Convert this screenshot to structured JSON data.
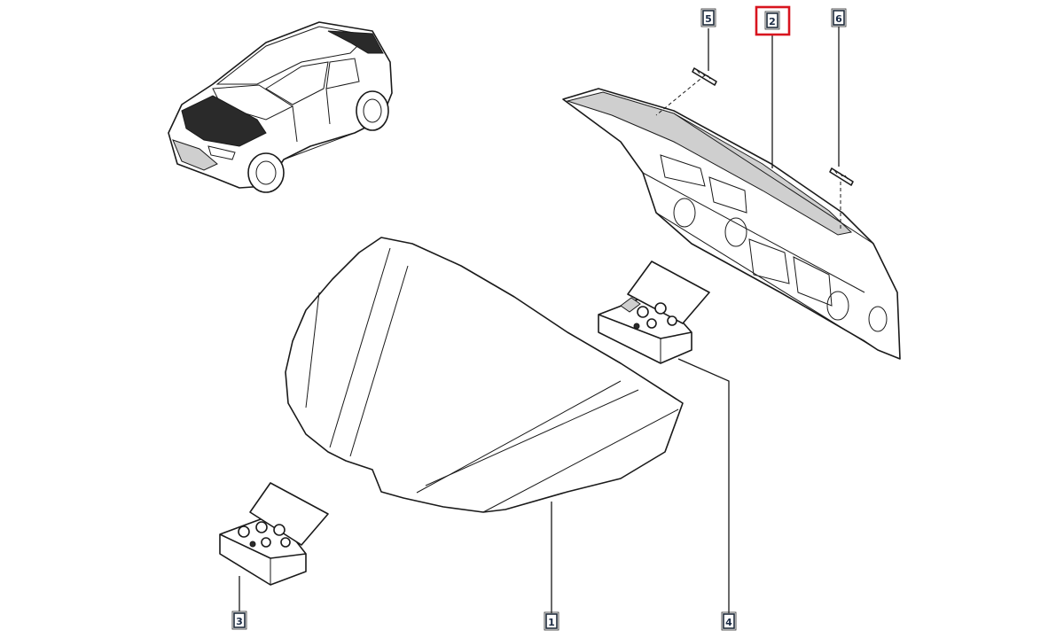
{
  "callouts": [
    {
      "id": "5",
      "label": "5",
      "selected": false
    },
    {
      "id": "2",
      "label": "2",
      "selected": true
    },
    {
      "id": "6",
      "label": "6",
      "selected": false
    },
    {
      "id": "3",
      "label": "3",
      "selected": false
    },
    {
      "id": "1",
      "label": "1",
      "selected": false
    },
    {
      "id": "4",
      "label": "4",
      "selected": false
    }
  ],
  "colors": {
    "selection": "#d8141e",
    "callout_text": "#1a2a44",
    "line": "#1a1a1a"
  }
}
